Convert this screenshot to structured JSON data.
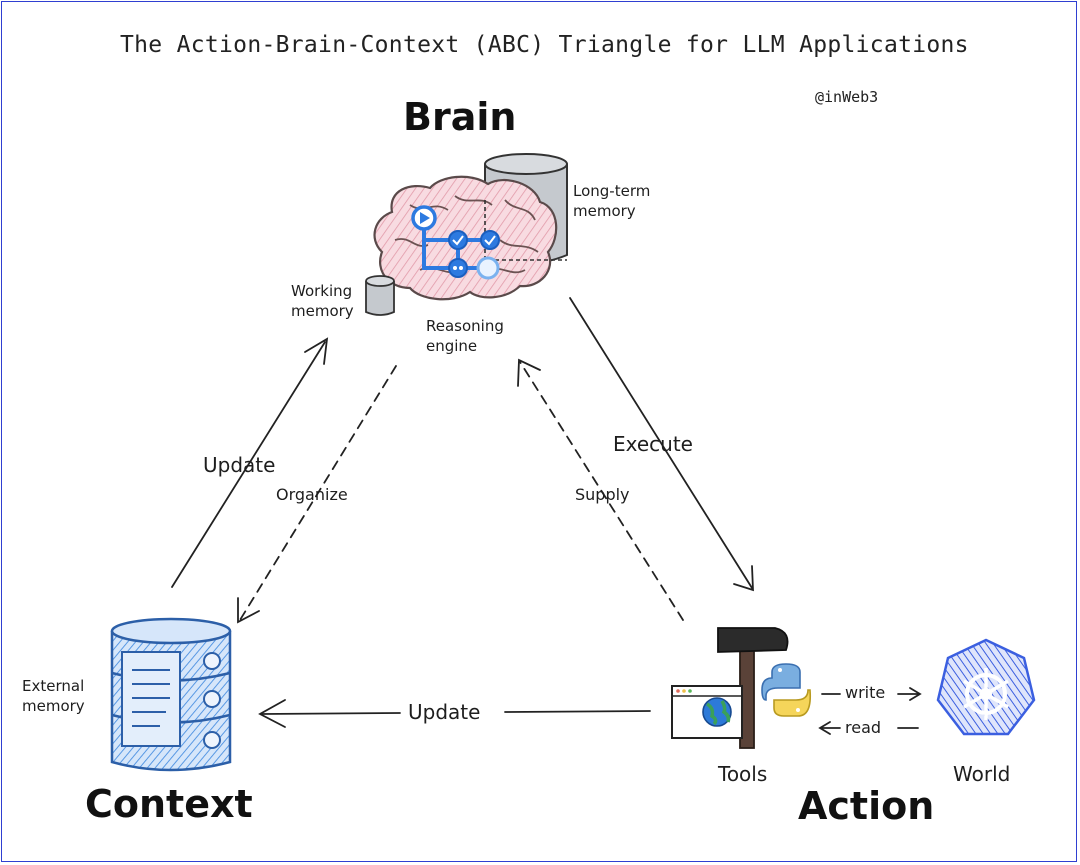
{
  "title": "The Action-Brain-Context (ABC) Triangle for LLM Applications",
  "handle": "@inWeb3",
  "nodes": {
    "brain": "Brain",
    "context": "Context",
    "action": "Action"
  },
  "labels": {
    "long_term_memory_1": "Long-term",
    "long_term_memory_2": "memory",
    "working_memory_1": "Working",
    "working_memory_2": "memory",
    "reasoning_engine_1": "Reasoning",
    "reasoning_engine_2": "engine",
    "external_memory_1": "External",
    "external_memory_2": "memory",
    "tools": "Tools",
    "world": "World"
  },
  "edges": {
    "context_to_brain": "Update",
    "brain_to_context": "Organize",
    "brain_to_action": "Execute",
    "action_to_brain": "Supply",
    "action_to_context": "Update",
    "tools_to_world": "write",
    "world_to_tools": "read"
  },
  "colors": {
    "frame": "#2f3fd1",
    "ink": "#1e1e1e",
    "brain_fill": "#f3c6d0",
    "brain_stroke": "#5a4a4a",
    "cylinder": "#c5c9ce",
    "accent_blue": "#2d7ae0",
    "database_blue": "#4a90e2",
    "world_blue": "#3b5fe0",
    "python_blue": "#7aaee0",
    "python_yellow": "#f5d55a"
  },
  "icons": [
    "brain-icon",
    "long-term-memory-cylinder-icon",
    "working-memory-cylinder-icon",
    "reasoning-flow-icon",
    "database-icon",
    "hammer-icon",
    "browser-window-icon",
    "globe-icon",
    "python-icon",
    "kubernetes-wheel-icon"
  ]
}
